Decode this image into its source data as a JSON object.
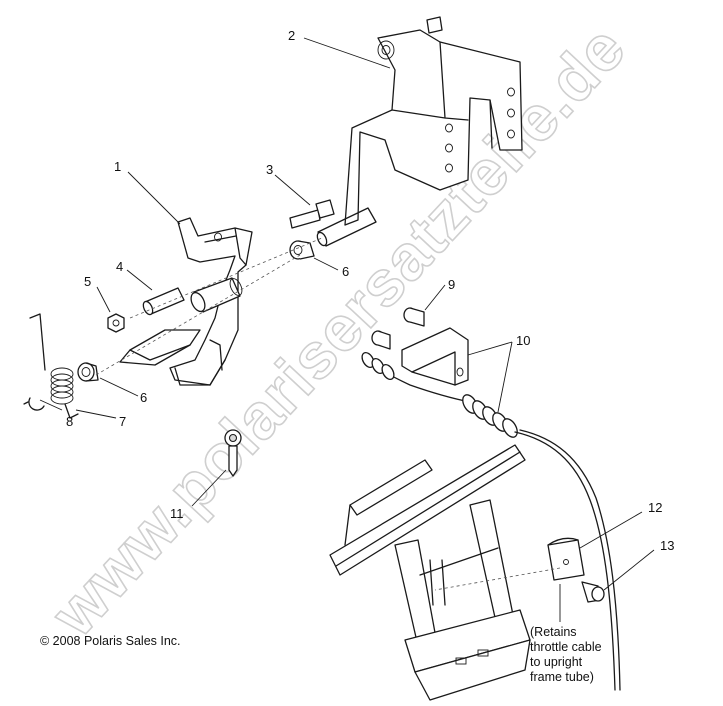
{
  "watermark": "www.polarisersatzteile.de",
  "copyright": "© 2008 Polaris Sales Inc.",
  "callouts": [
    "1",
    "2",
    "3",
    "4",
    "5",
    "6",
    "6",
    "7",
    "8",
    "9",
    "10",
    "11",
    "12",
    "13"
  ],
  "note_lines": [
    "(Retains",
    "throttle cable",
    "to upright",
    "frame tube)"
  ]
}
